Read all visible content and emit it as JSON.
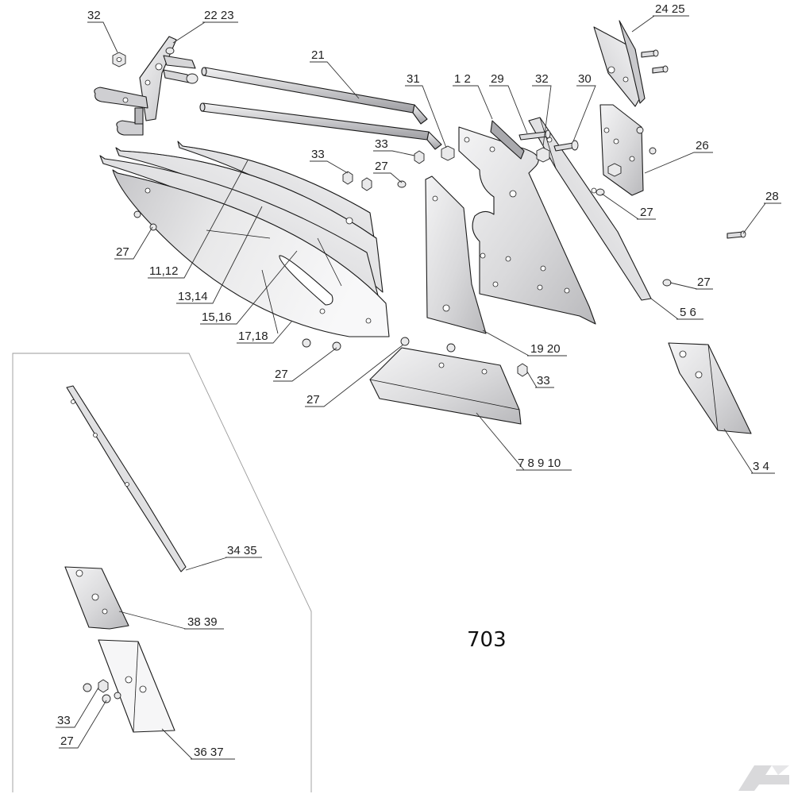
{
  "diagram_number": "703",
  "brand_mark": "K",
  "colors": {
    "plate_light": "#eeeeef",
    "plate_mid": "#d8d8da",
    "plate_dark": "#b7b7ba",
    "edge_dark": "#6f6f73",
    "line": "#1a1a1a"
  },
  "callouts": [
    {
      "id": "c32a",
      "text": "32"
    },
    {
      "id": "c2223",
      "text": "22 23"
    },
    {
      "id": "c2425",
      "text": "24 25"
    },
    {
      "id": "c21",
      "text": "21"
    },
    {
      "id": "c31",
      "text": "31"
    },
    {
      "id": "c12",
      "text": "1 2"
    },
    {
      "id": "c29",
      "text": "29"
    },
    {
      "id": "c32b",
      "text": "32"
    },
    {
      "id": "c30",
      "text": "30"
    },
    {
      "id": "c26",
      "text": "26"
    },
    {
      "id": "c33a",
      "text": "33"
    },
    {
      "id": "c33b",
      "text": "33"
    },
    {
      "id": "c27a",
      "text": "27"
    },
    {
      "id": "c28",
      "text": "28"
    },
    {
      "id": "c27b",
      "text": "27"
    },
    {
      "id": "c27c",
      "text": "27"
    },
    {
      "id": "c1112",
      "text": "11,12"
    },
    {
      "id": "c1314",
      "text": "13,14"
    },
    {
      "id": "c27d",
      "text": "27"
    },
    {
      "id": "c56",
      "text": "5 6"
    },
    {
      "id": "c1516",
      "text": "15,16"
    },
    {
      "id": "c1718",
      "text": "17,18"
    },
    {
      "id": "c1920",
      "text": "19 20"
    },
    {
      "id": "c27e",
      "text": "27"
    },
    {
      "id": "c33c",
      "text": "33"
    },
    {
      "id": "c27f",
      "text": "27"
    },
    {
      "id": "c78910",
      "text": "7 8 9 10"
    },
    {
      "id": "c34",
      "text": "3 4"
    },
    {
      "id": "c3435",
      "text": "34 35"
    },
    {
      "id": "c3839",
      "text": "38 39"
    },
    {
      "id": "c33d",
      "text": "33"
    },
    {
      "id": "c27g",
      "text": "27"
    },
    {
      "id": "c3637",
      "text": "36 37"
    }
  ]
}
